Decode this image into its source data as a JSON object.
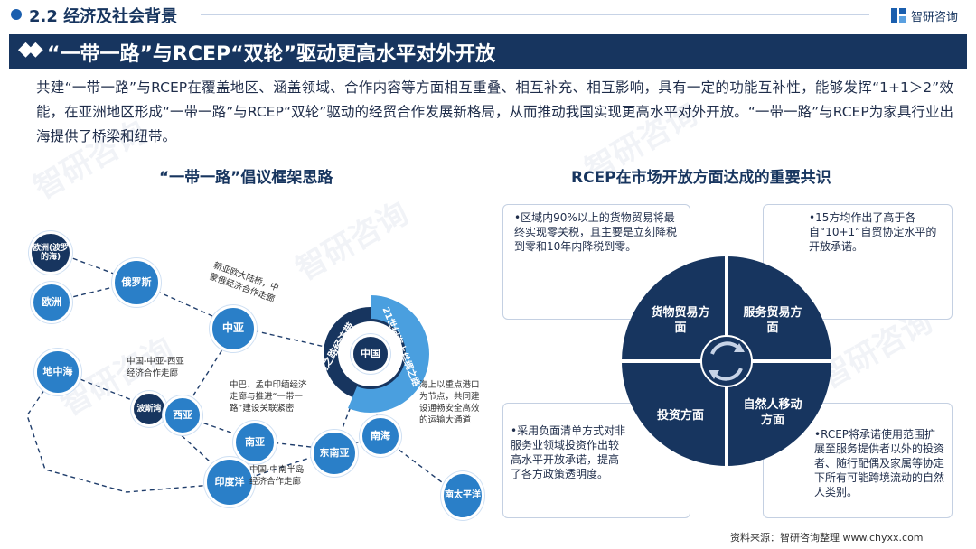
{
  "header": {
    "section_title": "2.2 经济及社会背景",
    "brand_name": "智研咨询"
  },
  "banner": {
    "chevrons": "◆◆",
    "title": "“一带一路”与RCEP“双轮”驱动更高水平对外开放"
  },
  "intro": "共建“一带一路”与RCEP在覆盖地区、涵盖领域、合作内容等方面相互重叠、相互补充、相互影响，具有一定的功能互补性，能够发挥“1+1＞2”效能，在亚洲地区形成“一带一路”与RCEP“双轮”驱动的经贸合作发展新格局，从而推动我国实现更高水平对外开放。“一带一路”与RCEP为家具行业出海提供了桥梁和纽带。",
  "left_diagram": {
    "title": "“一带一路”倡议框架思路",
    "nodes": {
      "europe_baltic": "欧洲(波罗的海)",
      "europe": "欧洲",
      "russia": "俄罗斯",
      "mediterranean": "地中海",
      "central_asia": "中亚",
      "persian_gulf": "波斯湾",
      "west_asia": "西亚",
      "south_asia": "南亚",
      "indian_ocean": "印度洋",
      "southeast_asia": "东南亚",
      "south_china_sea": "南海",
      "south_pacific": "南太平洋",
      "china": "中国"
    },
    "ring_labels": {
      "belt": "丝绸之路经济带",
      "road": "21世纪海上丝绸之路"
    },
    "notes": {
      "new_eurasia": "新亚欧大陆桥，中\n蒙俄经济合作走廊",
      "china_central_west": "中国-中亚-西亚\n经济合作走廊",
      "cpec_bcim": "中巴、孟中印缅经济\n走廊与推进“一带一\n路”建设关联紧密",
      "ports": "海上以重点港口\n为节点，共同建\n设通畅安全高效\n的运输大通道",
      "china_indochina": "中国-中南半岛\n经济合作走廊"
    }
  },
  "right_diagram": {
    "title": "RCEP在市场开放方面达成的重要共识",
    "quadrants": {
      "goods": "货物贸易方\n面",
      "services": "服务贸易方\n面",
      "investment": "投资方面",
      "movement": "自然人移动\n方面"
    },
    "cards": {
      "goods": "•区域内90%以上的货物贸易将最终实现零关税，且主要是立刻降税到零和10年内降税到零。",
      "services": "•15方均作出了高于各自“10+1”自贸协定水平的开放承诺。",
      "investment": "•采用负面清单方式对非服务业领域投资作出较高水平开放承诺，提高了各方政策透明度。",
      "movement": "•RCEP将承诺使用范围扩展至服务提供者以外的投资者、随行配偶及家属等协定下所有可能跨境流动的自然人类别。"
    }
  },
  "source": "资料来源：智研咨询整理    www.chyxx.com",
  "colors": {
    "navy": "#17355f",
    "blue": "#2a7fc8",
    "light_blue": "#4a9fdf"
  }
}
